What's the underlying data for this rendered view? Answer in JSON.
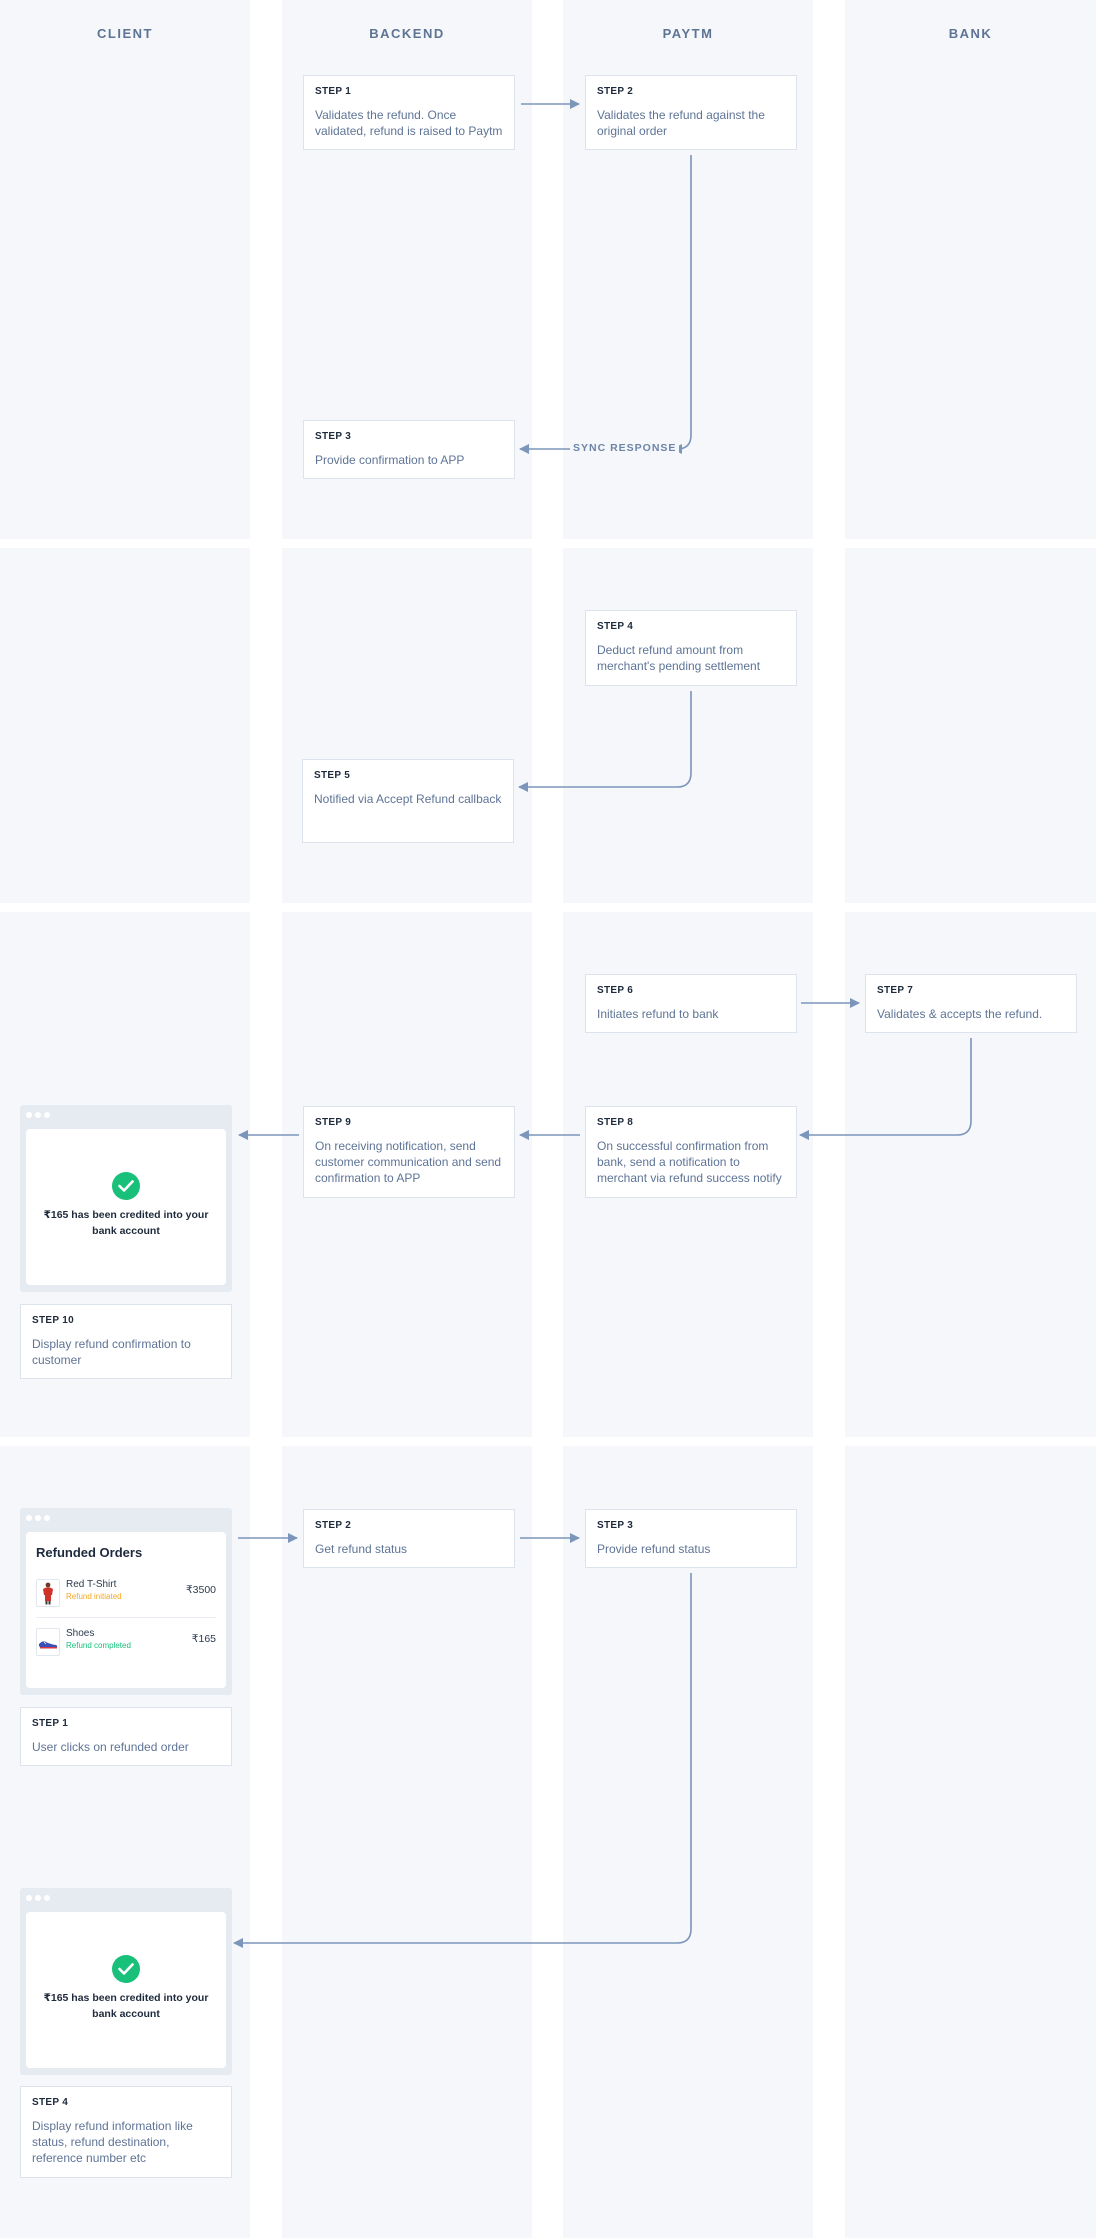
{
  "lanes": [
    {
      "key": "client",
      "title": "CLIENT"
    },
    {
      "key": "backend",
      "title": "BACKEND"
    },
    {
      "key": "paytm",
      "title": "PAYTM"
    },
    {
      "key": "bank",
      "title": "BANK"
    }
  ],
  "colors": {
    "lane_bg": "#f5f7fb",
    "arrow": "#7b95bb",
    "success_green": "#18c07a",
    "status_orange": "#f5a623",
    "status_green": "#18c07a"
  },
  "section1": {
    "step1": {
      "label": "STEP 1",
      "desc": "Validates the refund. Once validated, refund is raised to Paytm"
    },
    "step2": {
      "label": "STEP 2",
      "desc": "Validates the refund against the original order"
    },
    "step3": {
      "label": "STEP 3",
      "desc": "Provide confirmation to APP"
    },
    "sync_label": "SYNC RESPONSE"
  },
  "section2": {
    "step4": {
      "label": "STEP 4",
      "desc": "Deduct refund amount from merchant's pending settlement"
    },
    "step5": {
      "label": "STEP 5",
      "desc": "Notified via Accept Refund callback"
    }
  },
  "section3": {
    "step6": {
      "label": "STEP 6",
      "desc": "Initiates refund to bank"
    },
    "step7": {
      "label": "STEP 7",
      "desc": "Validates & accepts the refund."
    },
    "step8": {
      "label": "STEP 8",
      "desc": "On successful confirmation from bank, send a notification to merchant via refund success notify"
    },
    "step9": {
      "label": "STEP 9",
      "desc": "On receiving notification, send customer communication and send confirmation to APP"
    },
    "step10": {
      "label": "STEP 10",
      "desc": "Display refund confirmation to customer"
    },
    "phone_message": "₹165 has been credited into your bank account"
  },
  "section4": {
    "refunded_orders": {
      "title": "Refunded Orders",
      "items": [
        {
          "name": "Red T-Shirt",
          "status": "Refund initiated",
          "status_color": "#f5a623",
          "price": "₹3500"
        },
        {
          "name": "Shoes",
          "status": "Refund completed",
          "status_color": "#18c07a",
          "price": "₹165"
        }
      ]
    },
    "step1": {
      "label": "STEP 1",
      "desc": "User clicks on refunded order"
    },
    "step2": {
      "label": "STEP 2",
      "desc": "Get refund status"
    },
    "step3": {
      "label": "STEP 3",
      "desc": "Provide refund status"
    },
    "step4": {
      "label": "STEP 4",
      "desc": "Display refund information like status, refund destination, reference number etc"
    },
    "phone_message": "₹165 has been credited into your bank account"
  }
}
